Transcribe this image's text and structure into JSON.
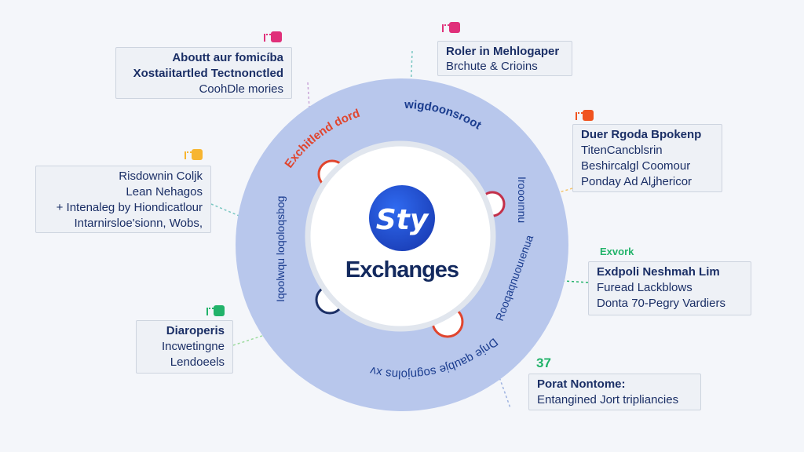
{
  "center": {
    "logo_text": "Sty",
    "title": "Exchanges"
  },
  "ring_labels": [
    {
      "text": "Exchitlend dord",
      "color": "#e0452e"
    },
    {
      "text": "wigdoonsroot",
      "color": "#1b3d8f"
    },
    {
      "text": "Iroooınnu",
      "color": "#1b3d8f"
    },
    {
      "text": "Rooqaqnuouıenua",
      "color": "#1b3d8f"
    },
    {
      "text": "Dnje qaubje sognjolns xv",
      "color": "#1b3d8f"
    },
    {
      "text": "Iqoolwqu loqoloqsbog",
      "color": "#1b3d8f"
    }
  ],
  "boxes": [
    {
      "lines": [
        "Aboutt aur fomicíba",
        "Xostaiitartled Tectnonctled",
        "CoohDle mories"
      ],
      "icon_color": "#e0307a"
    },
    {
      "lines": [
        "Roler in Mehlogaper",
        "Brchute & Crioins"
      ],
      "icon_color": "#e0307a"
    },
    {
      "lines": [
        "Duer Rgoda Bpokenp",
        "TitenCancblsrin",
        "Beshircalgl Coomour",
        "Ponday Ad Alʝhericor"
      ],
      "icon_color": "#f0531f"
    },
    {
      "lines": [
        "Risdownin Coljk",
        "Lean Nehagos",
        "+ Intenaleg by Hiondicatlour",
        "Intarnirsloe'sionn, Wobs,"
      ],
      "icon_color": "#f7b531"
    },
    {
      "label": "Exvork",
      "lines": [
        "Exdpoli Neshmah Lim",
        "Furead Lackblows",
        "Donta 70-Pegry Vardiers"
      ]
    },
    {
      "lines": [
        "Diaroperis",
        "Incwetingne",
        "Lendoeels"
      ],
      "icon_color": "#22b36a"
    },
    {
      "label": "37",
      "lines": [
        "Porat Nontome:",
        "Entangined Jort tripliancies"
      ]
    }
  ],
  "colors": {
    "ring": "#b8c7ec",
    "logo": "#1f4fd6",
    "title": "#13295e",
    "accent_red": "#e0452e"
  }
}
